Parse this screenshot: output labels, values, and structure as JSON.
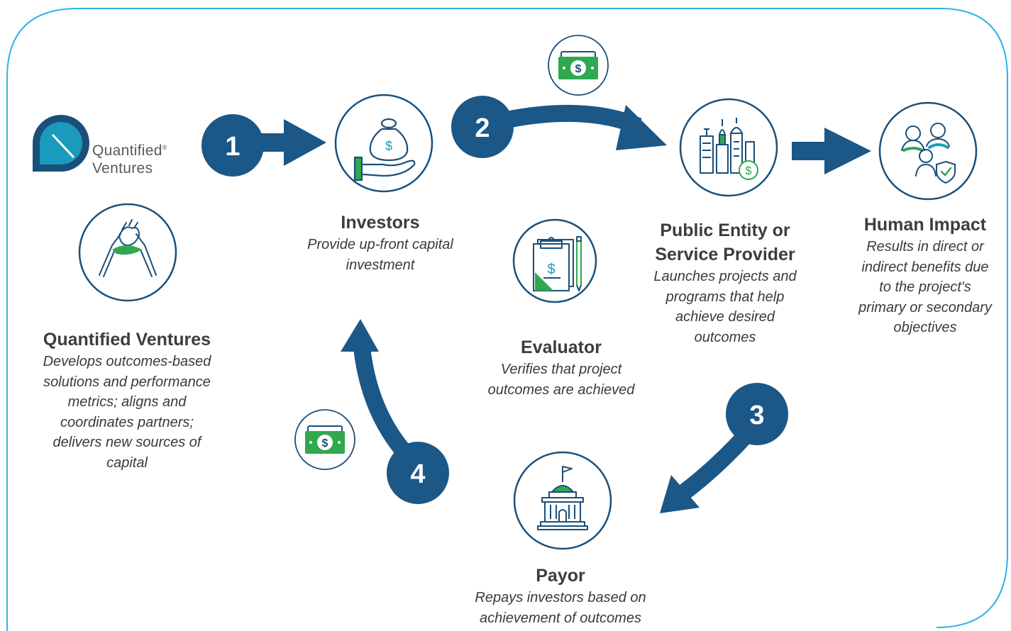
{
  "logo": {
    "line1": "Quantified",
    "line2": "Ventures",
    "mark": "®"
  },
  "steps": [
    "1",
    "2",
    "3",
    "4"
  ],
  "nodes": {
    "quantified_ventures": {
      "title": "Quantified Ventures",
      "desc": [
        "Develops outcomes-based",
        "solutions and performance",
        "metrics; aligns and",
        "coordinates partners;",
        "delivers new sources of",
        "capital"
      ],
      "icon": "handshake-icon"
    },
    "investors": {
      "title": "Investors",
      "desc": [
        "Provide up-front capital",
        "investment"
      ],
      "icon": "money-bag-hand-icon"
    },
    "public_entity": {
      "title": [
        "Public Entity or",
        "Service Provider"
      ],
      "desc": [
        "Launches projects and",
        "programs that help",
        "achieve desired",
        "outcomes"
      ],
      "icon": "city-buildings-icon"
    },
    "human_impact": {
      "title": "Human Impact",
      "desc": [
        "Results in direct or",
        "indirect benefits due",
        "to the project's",
        "primary or secondary",
        "objectives"
      ],
      "icon": "people-shield-icon"
    },
    "evaluator": {
      "title": "Evaluator",
      "desc": [
        "Verifies that project",
        "outcomes are achieved"
      ],
      "icon": "clipboard-icon"
    },
    "payor": {
      "title": "Payor",
      "desc": [
        "Repays investors based on",
        "achievement of outcomes"
      ],
      "icon": "capitol-building-icon"
    }
  },
  "money_symbol": "$",
  "colors": {
    "navy": "#1b5787",
    "teal": "#1a9bbd",
    "green": "#2fa84f",
    "border": "#2fb3e6",
    "icon_line": "#1a4f7a"
  }
}
